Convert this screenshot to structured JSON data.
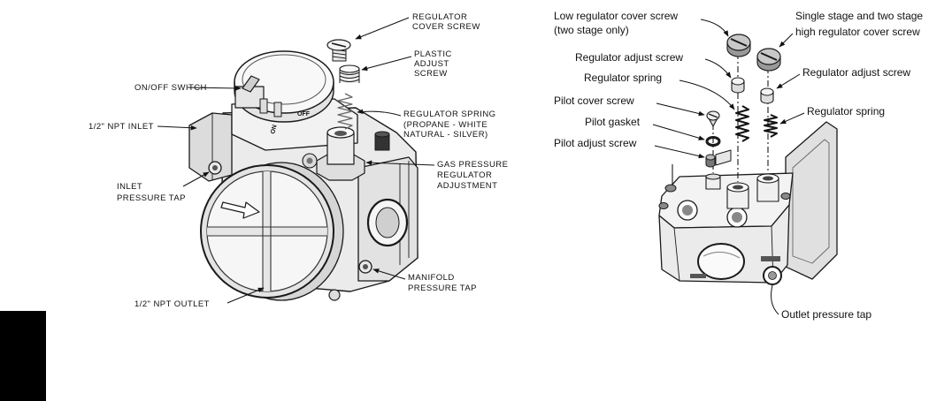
{
  "left_diagram": {
    "labels": {
      "regulator_cover_screw": [
        "REGULATOR",
        "COVER SCREW"
      ],
      "plastic_adjust_screw": [
        "PLASTIC",
        "ADJUST",
        "SCREW"
      ],
      "on_off_switch": "ON/OFF SWITCH",
      "npt_inlet": "1/2\" NPT INLET",
      "regulator_spring": [
        "REGULATOR SPRING",
        "(PROPANE - WHITE",
        "NATURAL - SILVER)"
      ],
      "gas_pressure_regulator_adjustment": [
        "GAS PRESSURE",
        "REGULATOR",
        "ADJUSTMENT"
      ],
      "inlet_pressure_tap": [
        "INLET",
        "PRESSURE TAP"
      ],
      "manifold_pressure_tap": [
        "MANIFOLD",
        "PRESSURE TAP"
      ],
      "npt_outlet": "1/2\" NPT OUTLET"
    },
    "switch_markings": {
      "off": "OFF",
      "on": "ON"
    }
  },
  "right_diagram": {
    "labels": {
      "low_regulator_cover_screw": [
        "Low regulator cover screw",
        "(two stage only)"
      ],
      "high_regulator_cover_screw": [
        "Single stage and two stage",
        "high regulator cover screw"
      ],
      "regulator_adjust_screw_low": "Regulator adjust screw",
      "regulator_adjust_screw_high": "Regulator adjust screw",
      "regulator_spring_low": "Regulator spring",
      "regulator_spring_high": "Regulator spring",
      "pilot_cover_screw": "Pilot cover screw",
      "pilot_gasket": "Pilot gasket",
      "pilot_adjust_screw": "Pilot adjust screw",
      "outlet_pressure_tap": "Outlet pressure tap"
    }
  },
  "colors": {
    "ink": "#111111",
    "paper": "#ffffff",
    "corner_block": "#000000"
  }
}
